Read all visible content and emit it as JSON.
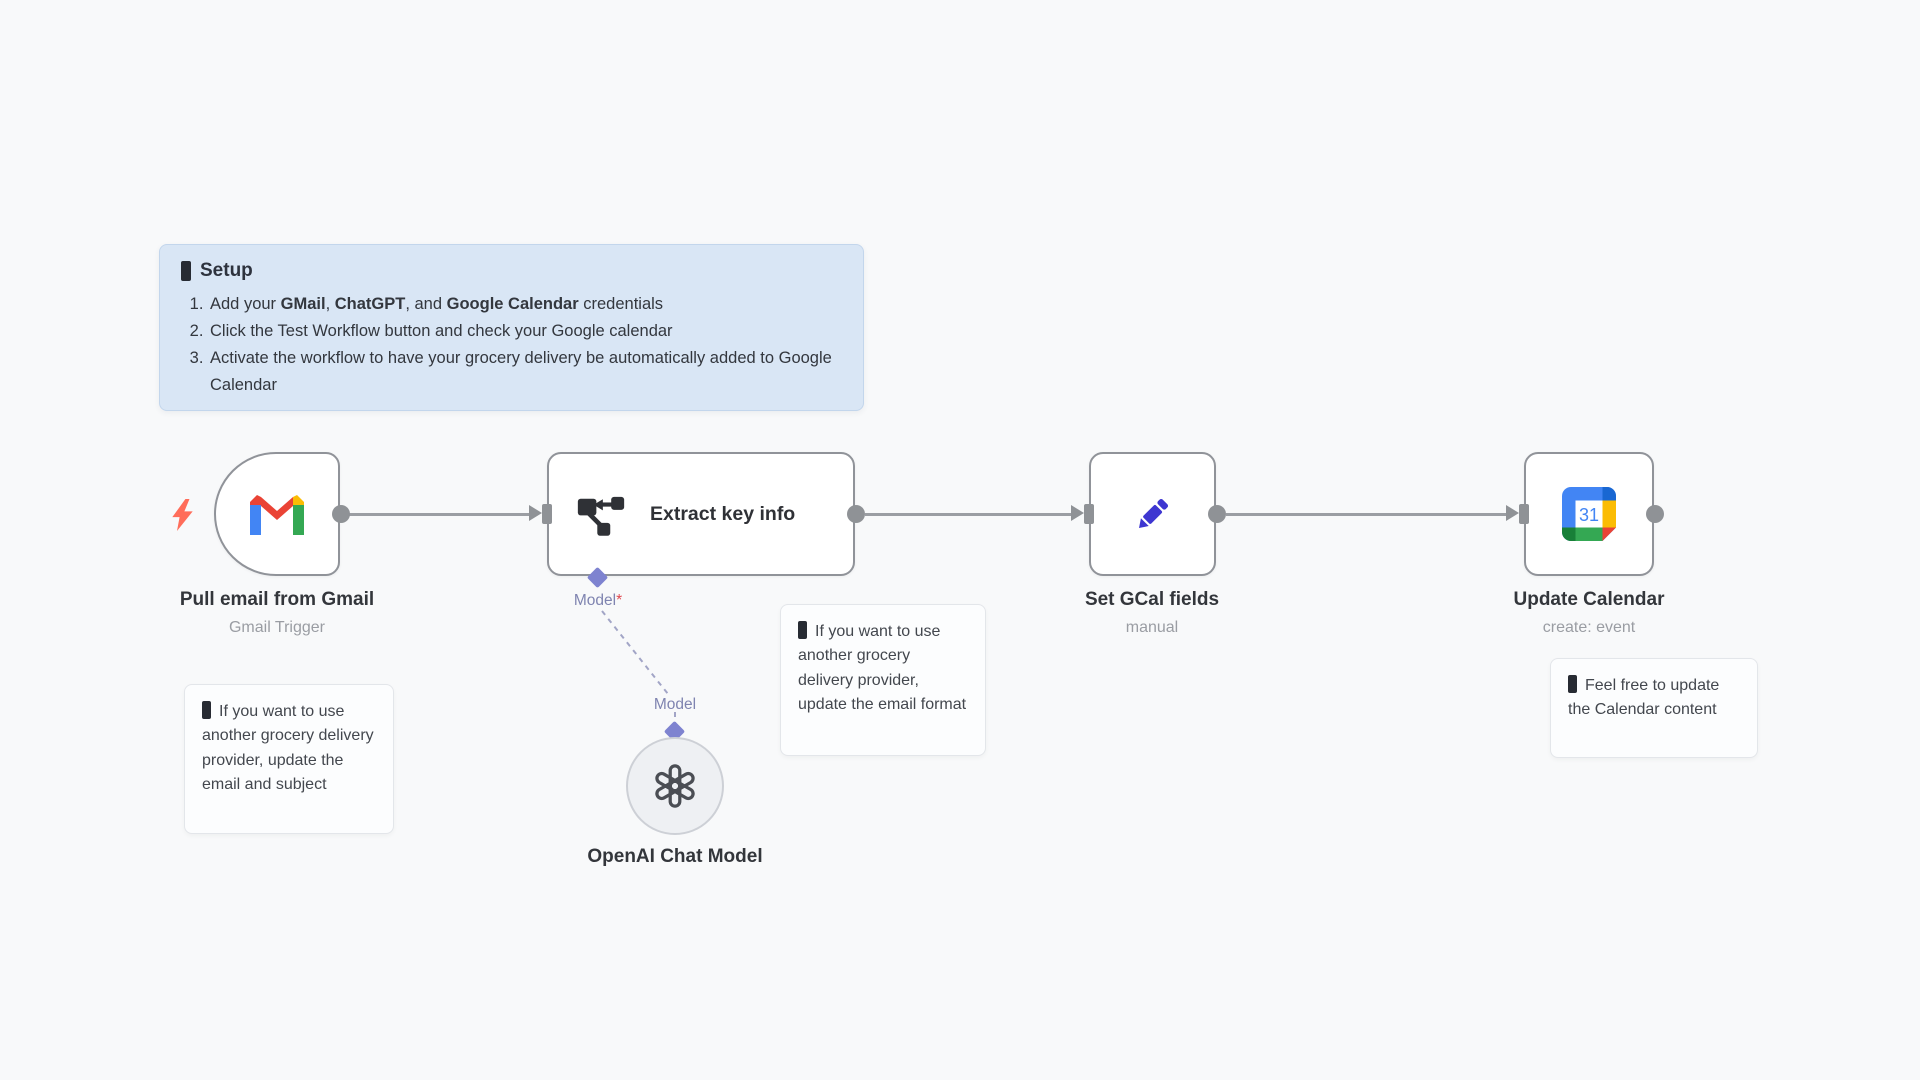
{
  "canvas": {
    "background": "#f8f9fa"
  },
  "setup_note": {
    "emoji_icon": "tofu-box-emoji",
    "title": "Setup",
    "steps": {
      "s1": {
        "pre": "Add your ",
        "b1": "GMail",
        "sep1": ", ",
        "b2": "ChatGPT",
        "sep2": ", and ",
        "b3": "Google Calendar",
        "post": " credentials"
      },
      "s2": "Click the Test Workflow button and check your Google calendar",
      "s3": "Activate the workflow to have your grocery delivery be automatically added to Google Calendar"
    }
  },
  "nodes": {
    "gmail_trigger": {
      "name": "Pull email from Gmail",
      "subtitle": "Gmail Trigger",
      "icon": "gmail-logo",
      "trigger_icon": "lightning-bolt"
    },
    "extract": {
      "name": "Extract key info",
      "icon": "information-extractor-graph",
      "model_port_label": "Model",
      "model_required_mark": "*"
    },
    "openai_model": {
      "name": "OpenAI Chat Model",
      "icon": "openai-logo",
      "input_label": "Model"
    },
    "set_fields": {
      "name": "Set GCal fields",
      "subtitle": "manual",
      "icon": "edit-pencil"
    },
    "calendar": {
      "name": "Update Calendar",
      "subtitle": "create: event",
      "icon": "google-calendar-logo",
      "icon_day": "31"
    }
  },
  "tips": {
    "gmail_tip": "If you want to use another grocery delivery provider, update the email and subject",
    "extract_tip": "If you want to use another grocery delivery provider, update the email format",
    "calendar_tip": "Feel free to update the Calendar content"
  },
  "colors": {
    "sticky_blue_bg": "#d9e6f5",
    "sticky_white_bg": "#fcfdfe",
    "node_border": "#909399",
    "connector_gray": "#9b9ea3",
    "port_gray": "#8f9296",
    "ai_port_purple": "#7e83d0",
    "ai_label_purple": "#7f84b0",
    "required_red": "#e0484f",
    "trigger_bolt_red": "#ff6d5a",
    "pencil_blue": "#3e36d1",
    "google_blue": "#4285f4",
    "google_dark_blue": "#1967d2",
    "google_red": "#ea4335",
    "google_yellow": "#fbbc04",
    "google_green": "#34a853",
    "google_dark_green": "#188038"
  }
}
